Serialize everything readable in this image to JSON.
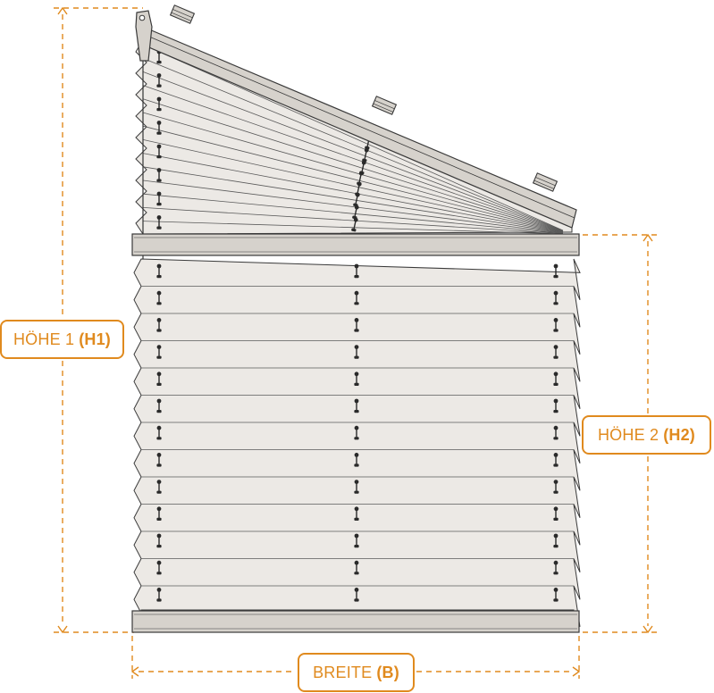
{
  "colors": {
    "accent": "#e08a1e",
    "fabric": "#ece9e5",
    "rail": "#d6d2cc",
    "outline": "#3a3a3a"
  },
  "labels": {
    "h1_text": "HÖHE 1",
    "h1_code": "(H1)",
    "h2_text": "HÖHE 2",
    "h2_code": "(H2)",
    "b_text": "BREITE",
    "b_code": "(B)"
  },
  "icons": {
    "mounting_brackets": "bracket-icon",
    "cord_stoppers": "cord-stopper-icon",
    "handle": "handle-icon"
  }
}
